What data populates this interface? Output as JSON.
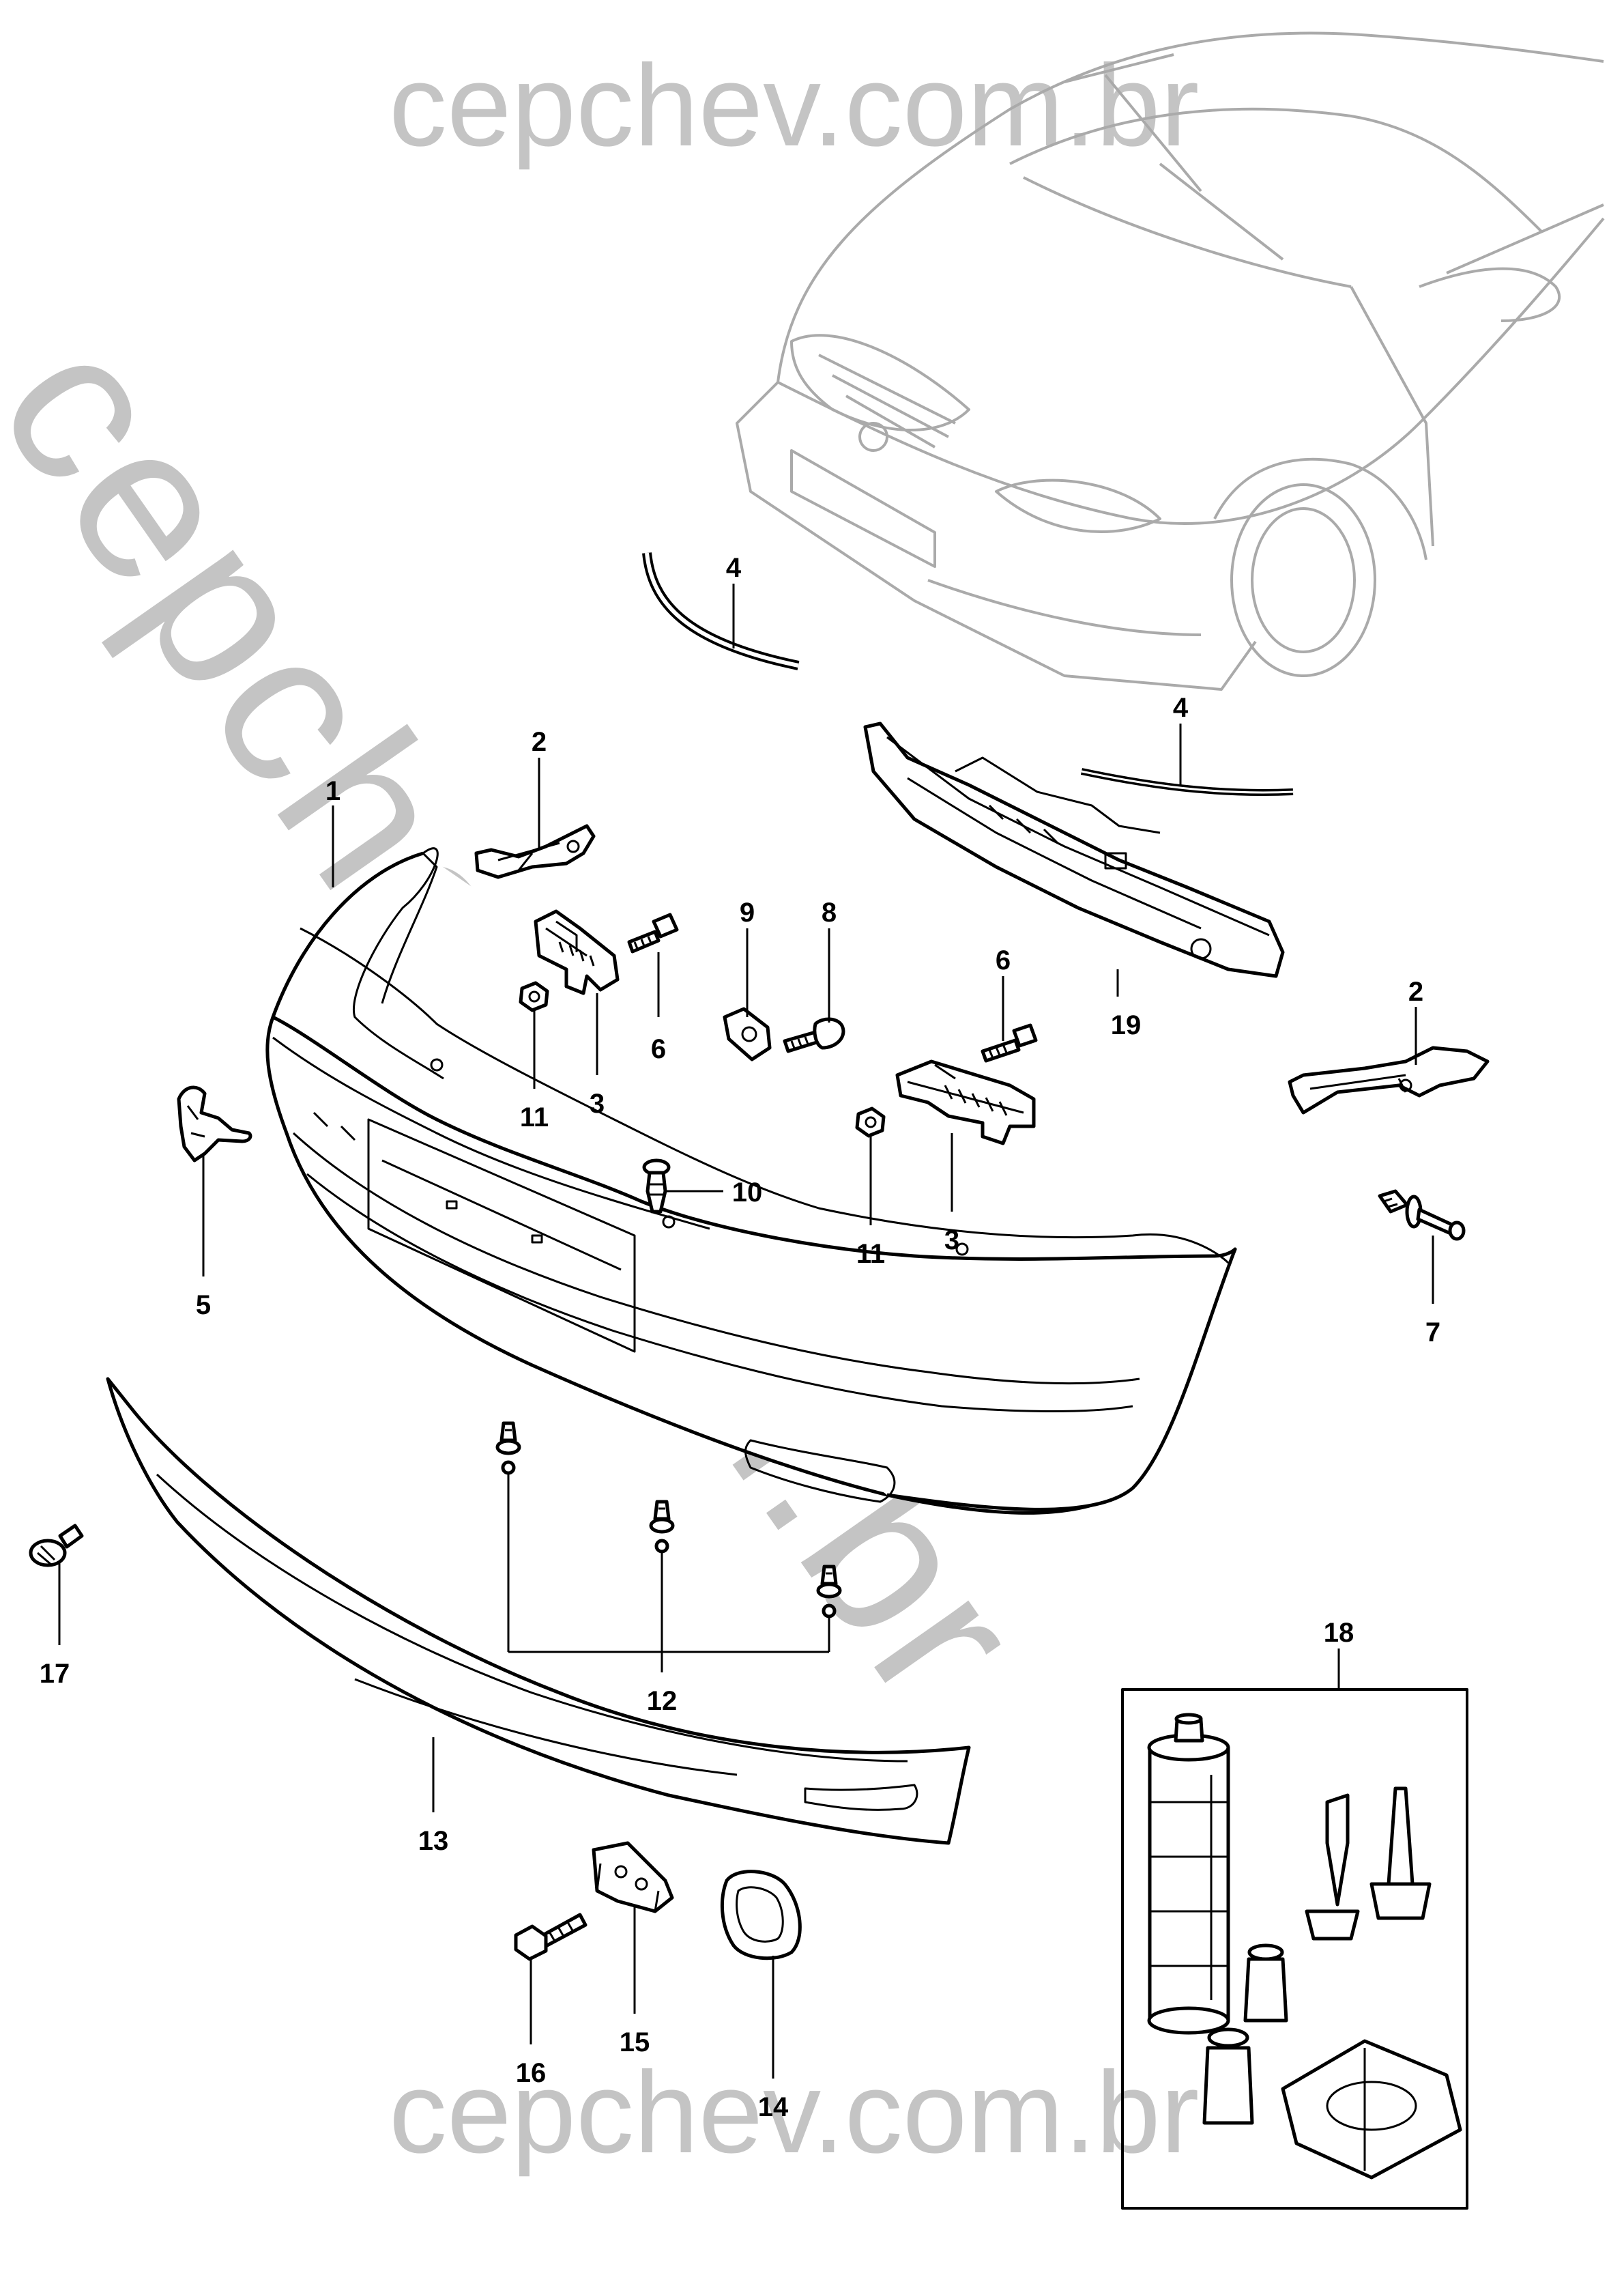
{
  "watermarks": {
    "top": "cepchev.com.br",
    "bottom": "cepchev.com.br",
    "diagonal": "cepchev.com.br"
  },
  "callouts": [
    {
      "id": "c1",
      "label": "1"
    },
    {
      "id": "c2a",
      "label": "2"
    },
    {
      "id": "c2b",
      "label": "2"
    },
    {
      "id": "c3a",
      "label": "3"
    },
    {
      "id": "c3b",
      "label": "3"
    },
    {
      "id": "c4a",
      "label": "4"
    },
    {
      "id": "c4b",
      "label": "4"
    },
    {
      "id": "c5",
      "label": "5"
    },
    {
      "id": "c6a",
      "label": "6"
    },
    {
      "id": "c6b",
      "label": "6"
    },
    {
      "id": "c7",
      "label": "7"
    },
    {
      "id": "c8",
      "label": "8"
    },
    {
      "id": "c9",
      "label": "9"
    },
    {
      "id": "c10",
      "label": "10"
    },
    {
      "id": "c11a",
      "label": "11"
    },
    {
      "id": "c11b",
      "label": "11"
    },
    {
      "id": "c12",
      "label": "12"
    },
    {
      "id": "c13",
      "label": "13"
    },
    {
      "id": "c14",
      "label": "14"
    },
    {
      "id": "c15",
      "label": "15"
    },
    {
      "id": "c16",
      "label": "16"
    },
    {
      "id": "c17",
      "label": "17"
    },
    {
      "id": "c18",
      "label": "18"
    },
    {
      "id": "c19",
      "label": "19"
    }
  ],
  "colors": {
    "line": "#000000",
    "watermark": "#c4c4c4",
    "car_outline": "#aaaaaa",
    "background": "#ffffff"
  }
}
